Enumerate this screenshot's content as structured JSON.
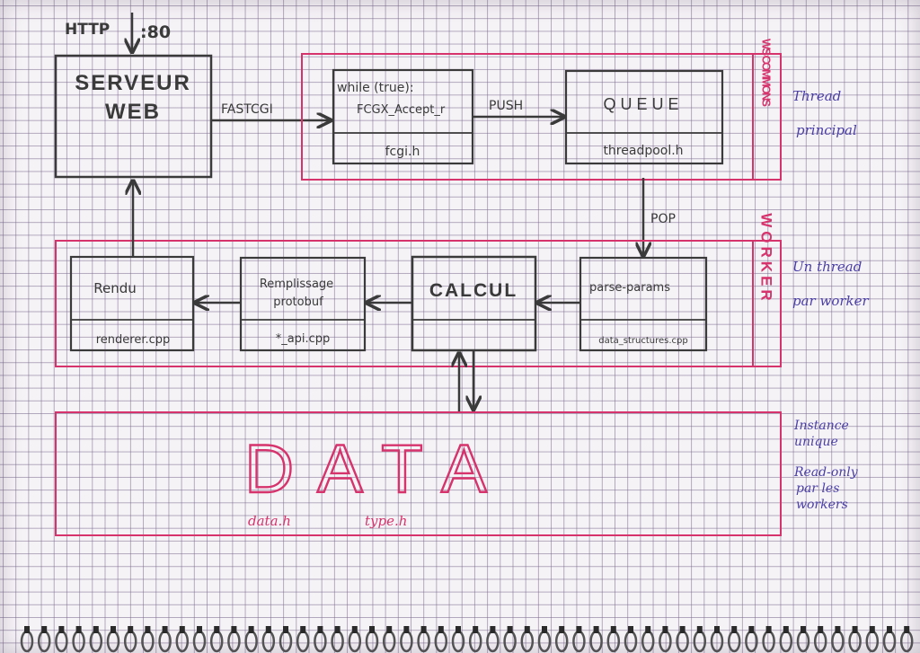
{
  "http_label": "HTTP",
  "port_label": ":80",
  "serveur_web": {
    "line1": "SERVEUR",
    "line2": "WEB"
  },
  "fastcgi_label": "FASTCGI",
  "ws_commons": {
    "title": "WS COMMONS",
    "accept_box": {
      "line1": "while (true):",
      "line2": "FCGX_Accept_r",
      "file": "fcgi.h"
    },
    "push_label": "PUSH",
    "queue_box": {
      "label": "QUEUE",
      "file": "threadpool.h"
    }
  },
  "pop_label": "POP",
  "worker": {
    "title": "WORKER",
    "parse_box": {
      "label": "parse-params",
      "file": "data_structures.cpp"
    },
    "calcul_box": {
      "label": "CALCUL"
    },
    "remplissage_box": {
      "line1": "Remplissage",
      "line2": "protobuf",
      "file": "*_api.cpp"
    },
    "rendu_box": {
      "label": "Rendu",
      "file": "renderer.cpp"
    }
  },
  "data_box": {
    "label": "DATA",
    "file1": "data.h",
    "file2": "type.h"
  },
  "notes": {
    "thread_principal": {
      "line1": "Thread",
      "line2": "principal"
    },
    "thread_per_worker": {
      "line1": "Un thread",
      "line2": "par worker"
    },
    "instance": {
      "line1": "Instance",
      "line2": "unique",
      "line3": "Read-only",
      "line4": "par les",
      "line5": "workers"
    }
  },
  "colors": {
    "ink": "#3a3a3a",
    "pink": "#d6336c",
    "blue": "#4a3fa6",
    "grid": "#8c7aa0"
  }
}
